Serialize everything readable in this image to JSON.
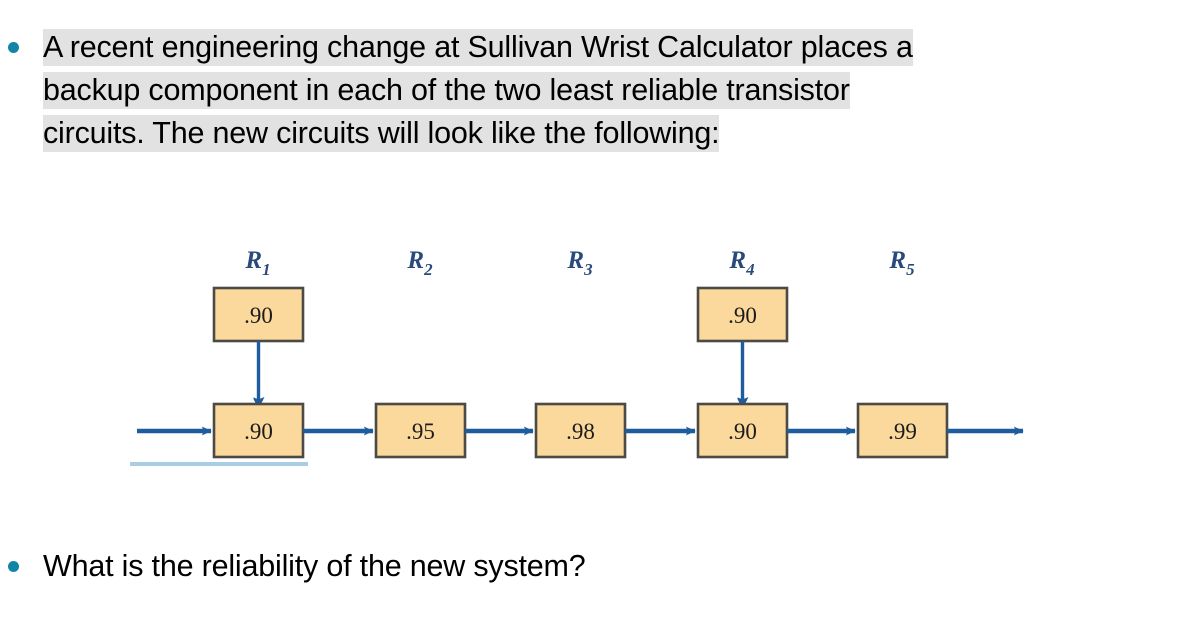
{
  "slide": {
    "background_color": "#ffffff",
    "highlight_color": "#e2e2e2",
    "bullet_color": "#1285a6"
  },
  "top_bullet": {
    "bullet_icon": "bullet-dot-icon",
    "line1": "A recent engineering change at Sullivan Wrist Calculator places a",
    "line2": "backup component in each of the two least reliable transistor",
    "line3": "circuits. The new circuits will look like the following:",
    "full_text": "A recent engineering change at Sullivan Wrist Calculator places a backup component in each of the two least reliable transistor circuits. The new circuits will look like the following:",
    "highlighted": true
  },
  "bottom_bullet": {
    "bullet_icon": "bullet-dot-icon",
    "text": "What is the reliability of the new system?",
    "highlighted": false
  },
  "diagram": {
    "type": "reliability-block-diagram",
    "box_fill": "#fbd89b",
    "box_stroke": "#4b4a45",
    "arrow_color": "#1f5c9e",
    "label_color": "#2a4a7a",
    "underline_color": "#a9cde4",
    "labels": [
      {
        "name": "R",
        "subscript": "1"
      },
      {
        "name": "R",
        "subscript": "2"
      },
      {
        "name": "R",
        "subscript": "3"
      },
      {
        "name": "R",
        "subscript": "4"
      },
      {
        "name": "R",
        "subscript": "5"
      }
    ],
    "main_series": [
      {
        "id": "R1",
        "value": ".90"
      },
      {
        "id": "R2",
        "value": ".95"
      },
      {
        "id": "R3",
        "value": ".98"
      },
      {
        "id": "R4",
        "value": ".90"
      },
      {
        "id": "R5",
        "value": ".99"
      }
    ],
    "backups": [
      {
        "parent": "R1",
        "value": ".90"
      },
      {
        "parent": "R4",
        "value": ".90"
      }
    ],
    "input_arrow": true,
    "output_arrow": true
  }
}
